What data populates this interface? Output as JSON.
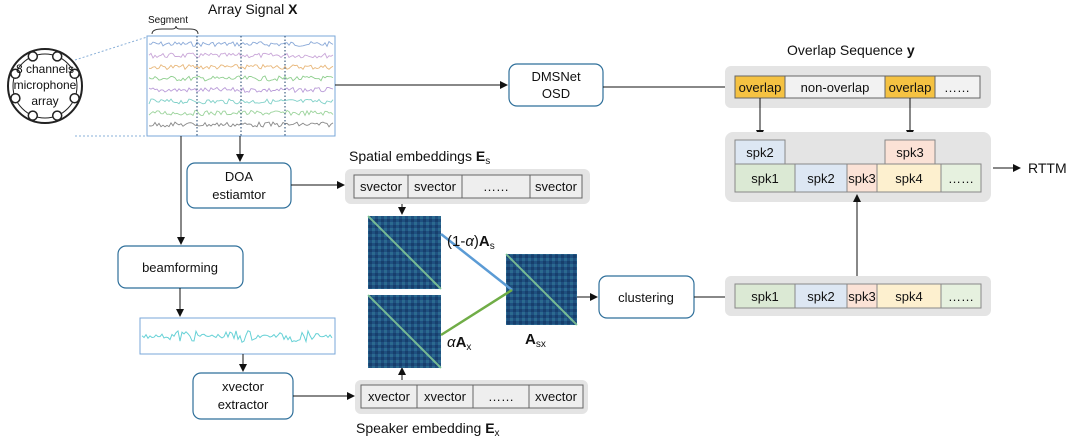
{
  "title_array": {
    "prefix": "Array Signal ",
    "symbol": "X"
  },
  "segment_label": "Segment",
  "mic_label": [
    "8 channels",
    "microphone",
    "array"
  ],
  "osd": [
    "DMSNet",
    "OSD"
  ],
  "overlap_title": {
    "prefix": "Overlap Sequence ",
    "symbol": "y"
  },
  "overlap_cells": [
    "overlap",
    "non-overlap",
    "overlap",
    "……"
  ],
  "doa": [
    "DOA",
    "estiamtor"
  ],
  "spatial_title": {
    "prefix": "Spatial embeddings ",
    "symbol": "E",
    "sub": "s"
  },
  "svector_cells": [
    "svector",
    "svector",
    "……",
    "svector"
  ],
  "beamforming": "beamforming",
  "xvector_box": [
    "xvector",
    "extractor"
  ],
  "xvector_cells": [
    "xvector",
    "xvector",
    "……",
    "xvector"
  ],
  "speaker_title": {
    "prefix": "Speaker embedding ",
    "symbol": "E",
    "sub": "x"
  },
  "as_label": {
    "prefix": "(1-",
    "alpha": "α",
    "mid": ")",
    "symbol": "A",
    "sub": "s"
  },
  "ax_label": {
    "alpha": "α",
    "symbol": "A",
    "sub": "x"
  },
  "asx_label": {
    "symbol": "A",
    "sub": "sx"
  },
  "clustering": "clustering",
  "cluster_cells": [
    "spk1",
    "spk2",
    "spk3",
    "spk4",
    "……"
  ],
  "result_top": [
    "spk2",
    "spk3"
  ],
  "result_bottom": [
    "spk1",
    "spk2",
    "spk3",
    "spk4",
    "……"
  ],
  "rttm": "RTTM",
  "colors": {
    "box_stroke": "#2e6f9a",
    "panel_bg": "#e4e4e4",
    "overlap_fill": "#f5c242",
    "spk1": "#dbe9d4",
    "spk2": "#dde7f3",
    "spk3": "#fbe2d6",
    "spk4": "#fdf0cf",
    "heatmap": "#1d4d7d",
    "line_blue": "#5b9bd5",
    "line_green": "#70ad47",
    "waveform": "#66d1d6"
  }
}
